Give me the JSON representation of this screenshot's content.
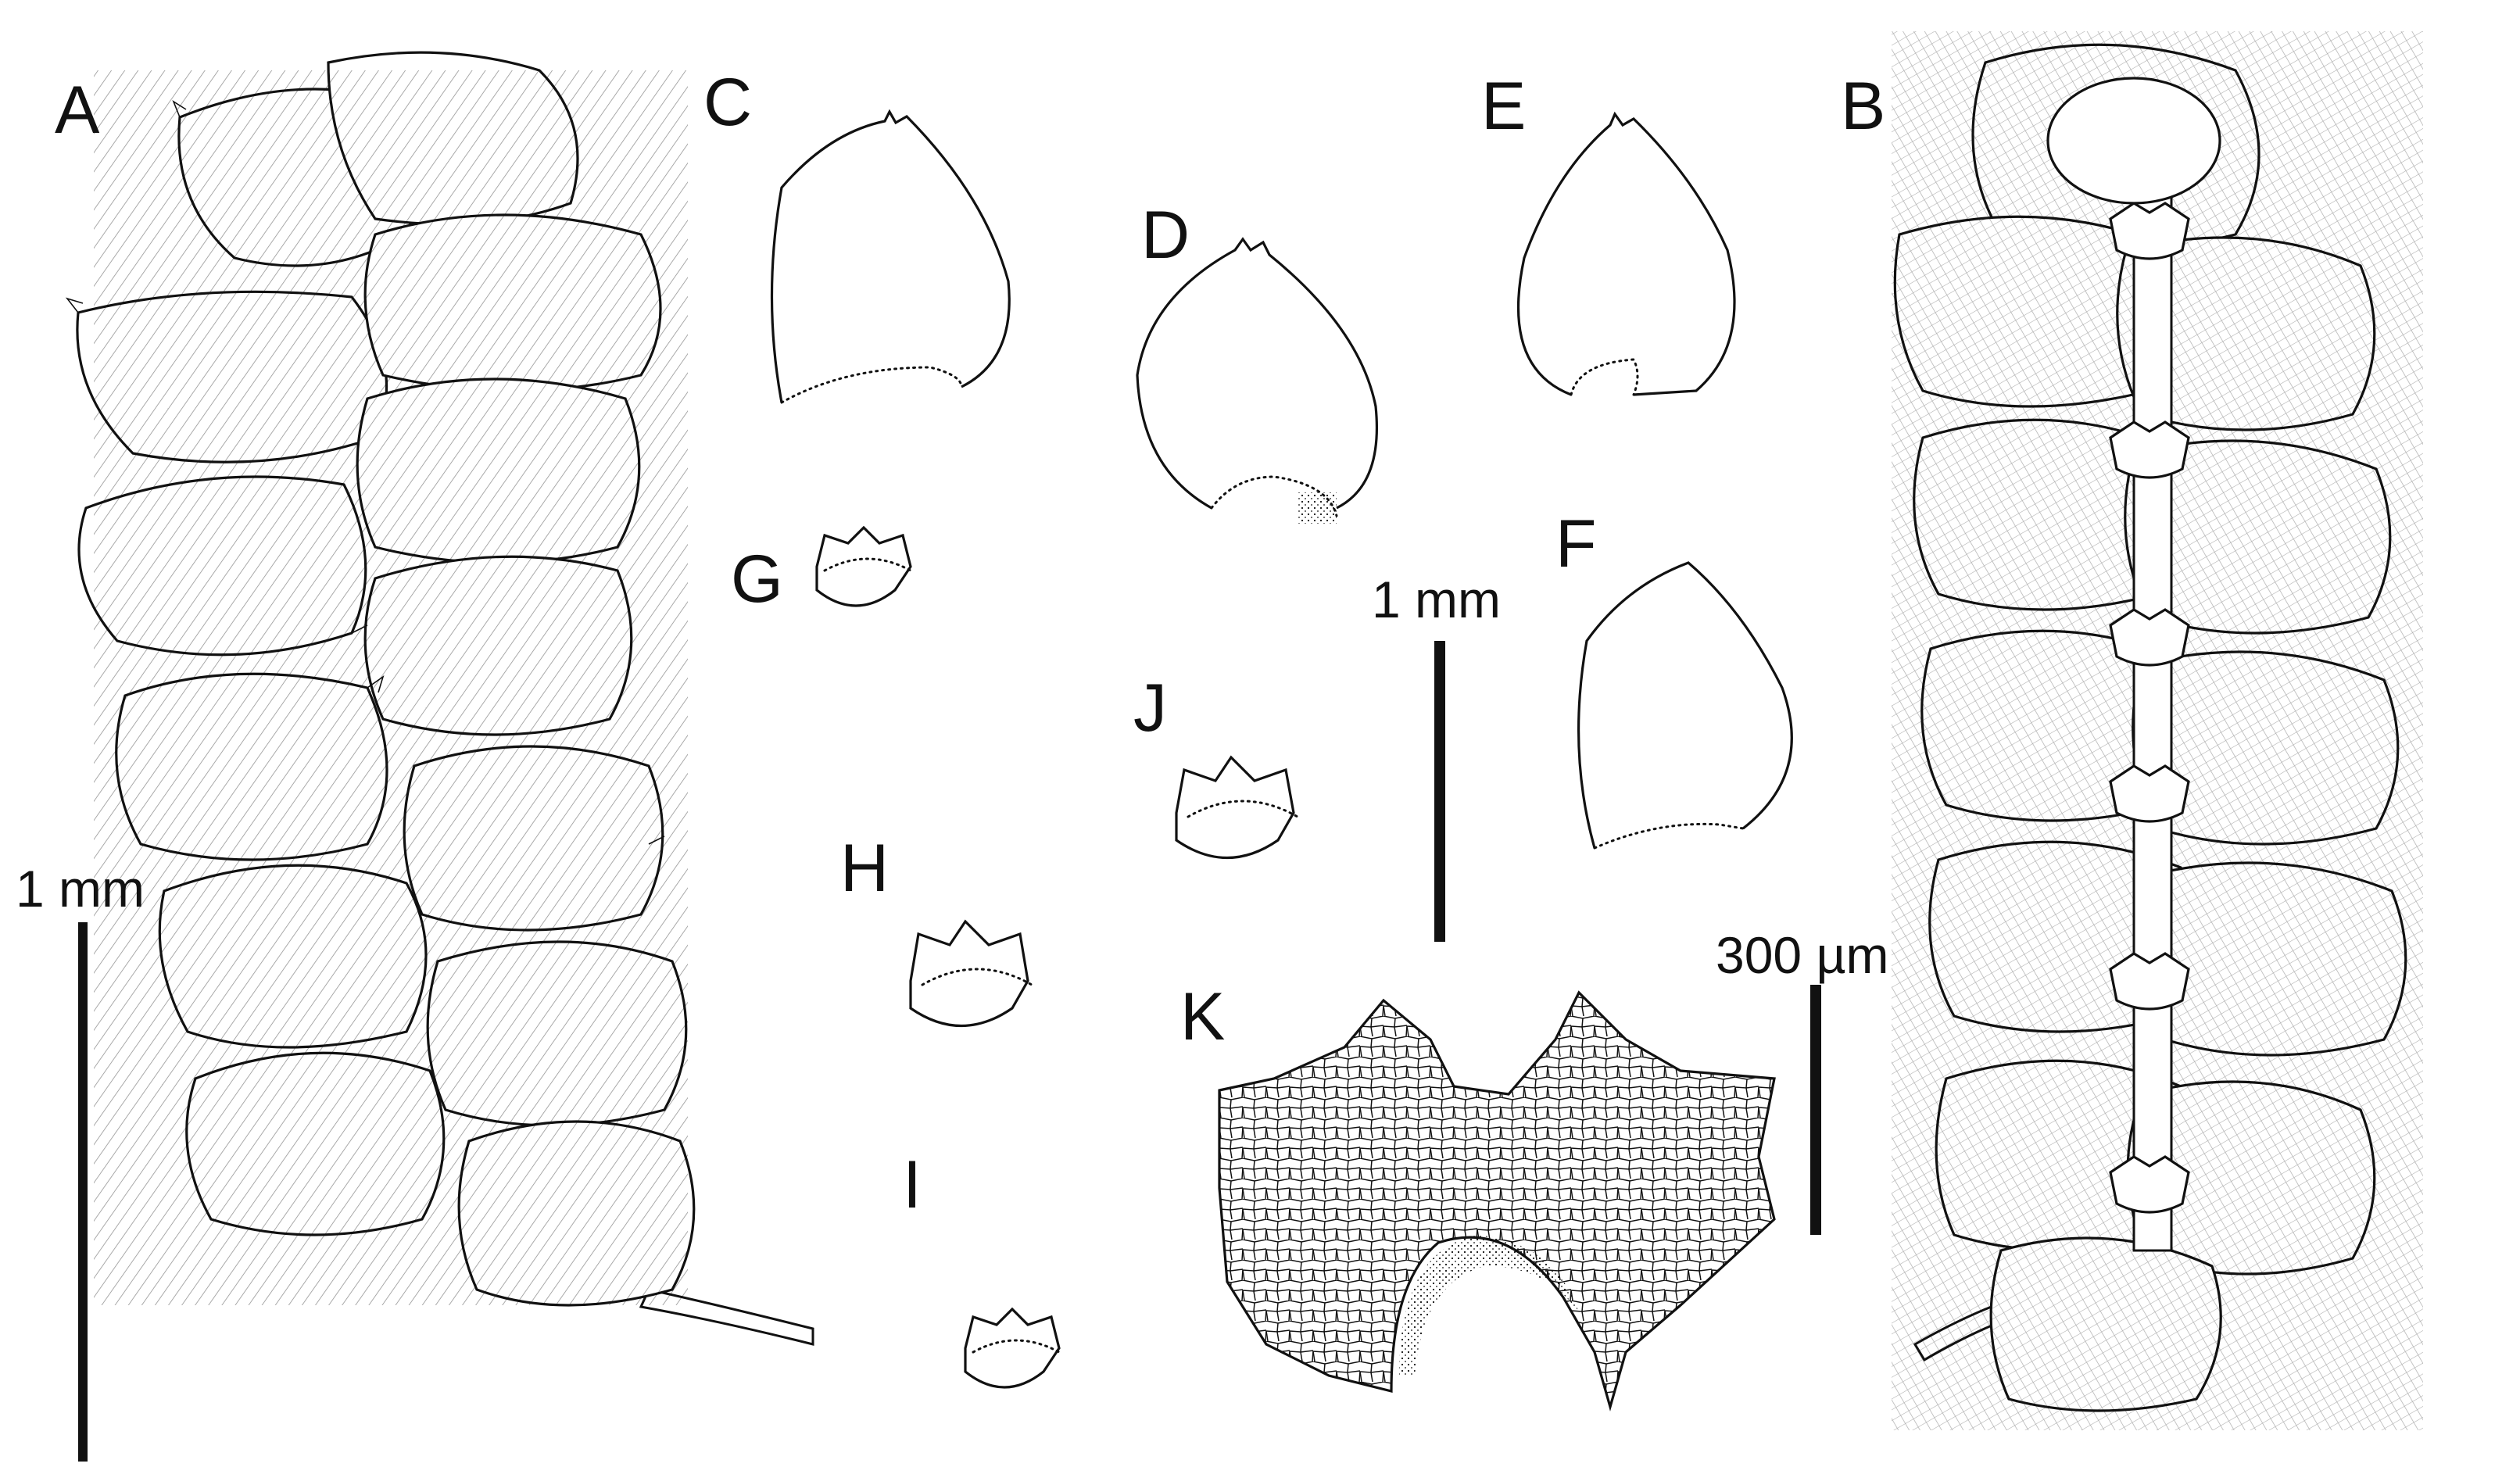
{
  "figure": {
    "panel_labels": {
      "A": "A",
      "B": "B",
      "C": "C",
      "D": "D",
      "E": "E",
      "F": "F",
      "G": "G",
      "H": "H",
      "I": "I",
      "J": "J",
      "K": "K"
    },
    "scale_bars": {
      "shoot_a": "1 mm",
      "leaves_cf": "1 mm",
      "shoot_b": "300 µm"
    }
  },
  "colors": {
    "ink": "#111111",
    "paper": "#ffffff"
  }
}
